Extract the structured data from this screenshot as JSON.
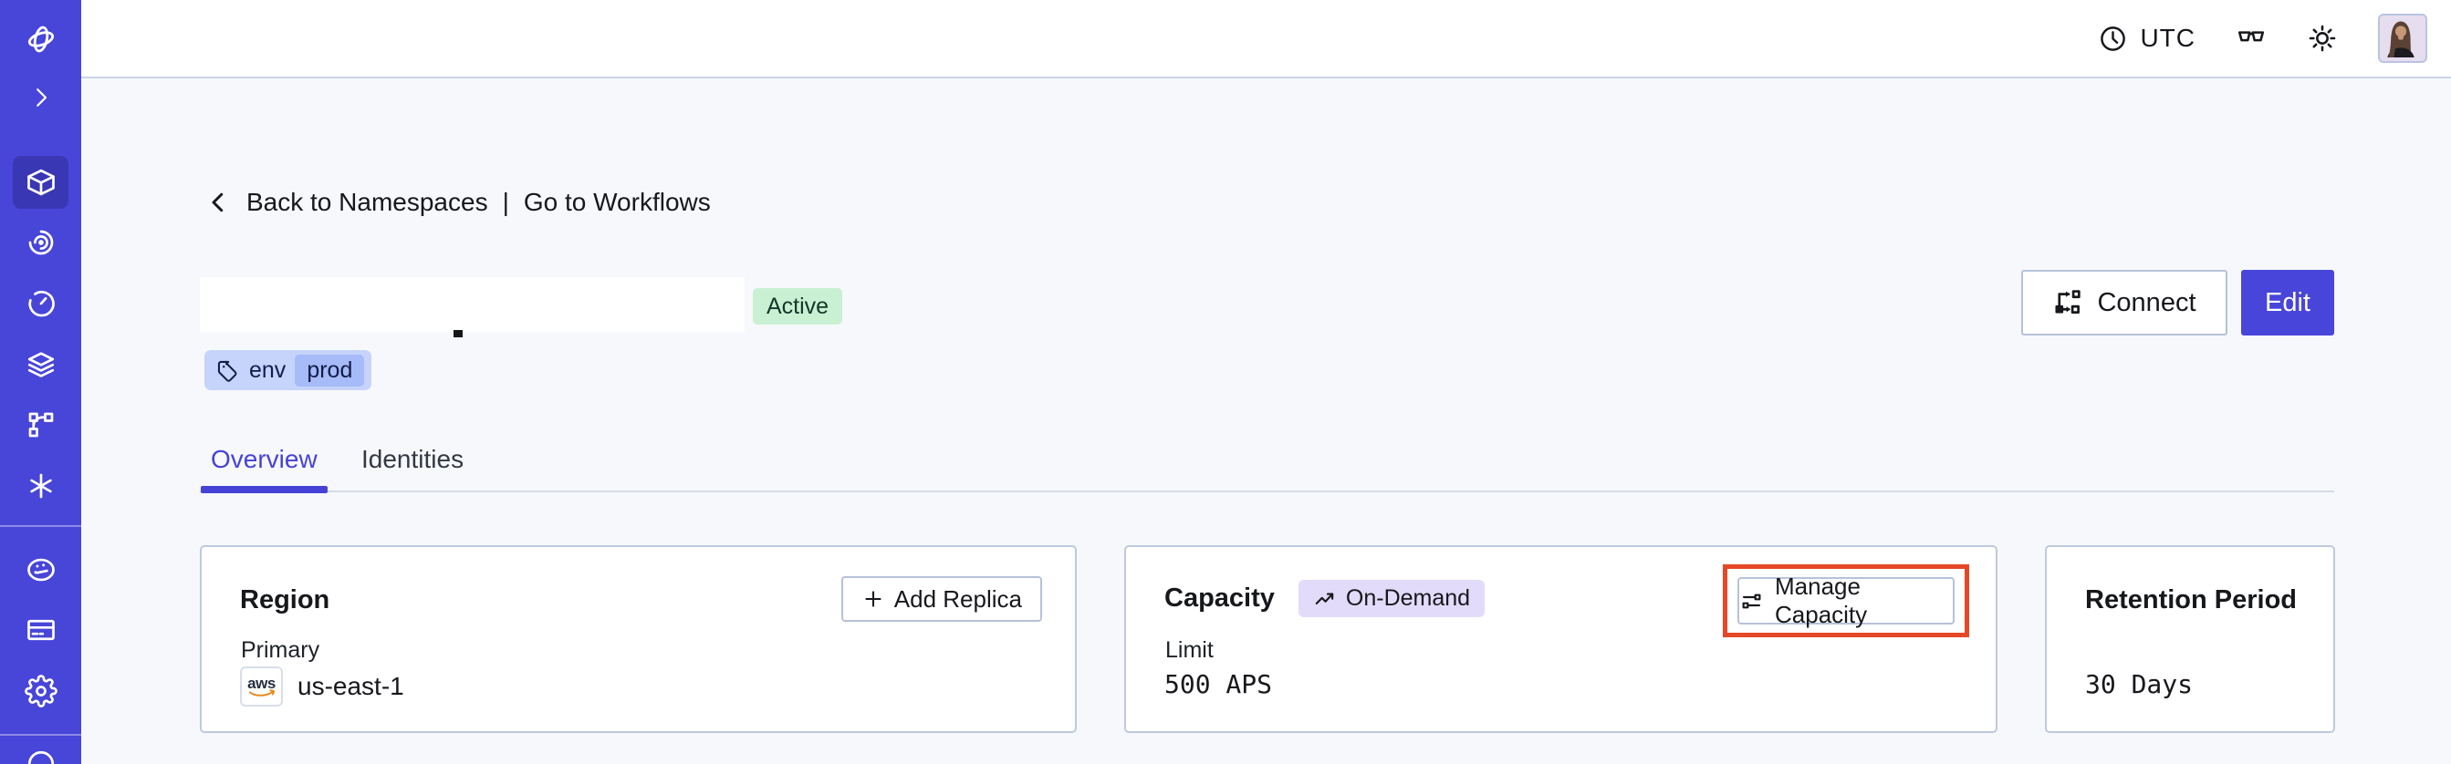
{
  "topbar": {
    "timezone": "UTC",
    "icons": [
      "clock-icon",
      "glasses-icon",
      "sun-icon",
      "avatar"
    ]
  },
  "sidebar": {
    "items": [
      {
        "icon": "temporal-logo"
      },
      {
        "icon": "chevron-right"
      },
      {
        "icon": "cube-namespaces",
        "active": true
      },
      {
        "icon": "spiral"
      },
      {
        "icon": "timer"
      },
      {
        "icon": "layers"
      },
      {
        "icon": "branch"
      },
      {
        "icon": "asterisk-nexus"
      },
      {
        "divider": true
      },
      {
        "icon": "gauge-usage"
      },
      {
        "icon": "credit-card-billing"
      },
      {
        "icon": "gear-settings"
      },
      {
        "divider": true
      },
      {
        "icon": "circle-partial"
      }
    ]
  },
  "breadcrumb": {
    "back": "Back to Namespaces",
    "separator": "|",
    "forward": "Go to Workflows"
  },
  "namespace": {
    "name_redacted": true,
    "status": "Active",
    "tag": {
      "key": "env",
      "value": "prod"
    }
  },
  "header_actions": {
    "connect": "Connect",
    "edit": "Edit"
  },
  "tabs": {
    "items": [
      {
        "label": "Overview",
        "active": true
      },
      {
        "label": "Identities",
        "active": false
      }
    ]
  },
  "cards": {
    "region": {
      "title": "Region",
      "add_replica_label": "Add Replica",
      "primary_label": "Primary",
      "provider": "aws",
      "value": "us-east-1"
    },
    "capacity": {
      "title": "Capacity",
      "badge": "On-Demand",
      "manage_label": "Manage Capacity",
      "limit_label": "Limit",
      "value": "500 APS",
      "highlighted": true
    },
    "retention": {
      "title": "Retention Period",
      "value": "30 Days"
    }
  },
  "colors": {
    "sidebar": "#4845d9",
    "sidebar_active": "#3a37b4",
    "accent": "#4742d7",
    "edit_button": "#4845db",
    "highlight_box": "#e64727",
    "status_active_bg": "#c9f0d2",
    "tag_bg": "#c6d4fb",
    "tag_value_bg": "#a6bbf8",
    "on_demand_badge_bg": "#e3dbfa",
    "aws_orange": "#e88a1d",
    "page_bg": "#f7f8fb"
  }
}
